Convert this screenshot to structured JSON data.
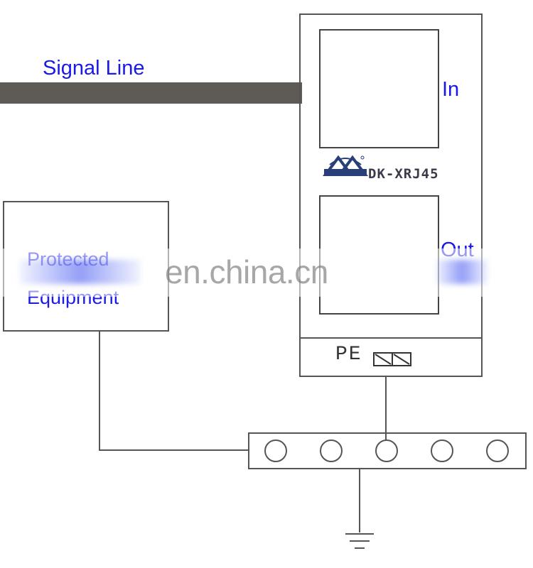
{
  "labels": {
    "signal_line": "Signal Line",
    "in": "In",
    "out": "Out",
    "protected_equipment": "Protected Equipment",
    "pe": "PE",
    "model": "DK-XRJ45",
    "watermark": "en.china.cn"
  },
  "colors": {
    "label_blue": "#1a1ae6",
    "signal_cable": "#5e5a55",
    "outline": "#555555"
  },
  "icons": {
    "brand_logo": "xinruijie-logo",
    "pe_terminal": "pe-terminal-icon",
    "ground": "ground-icon"
  },
  "ground_bar": {
    "terminal_count": 5
  }
}
